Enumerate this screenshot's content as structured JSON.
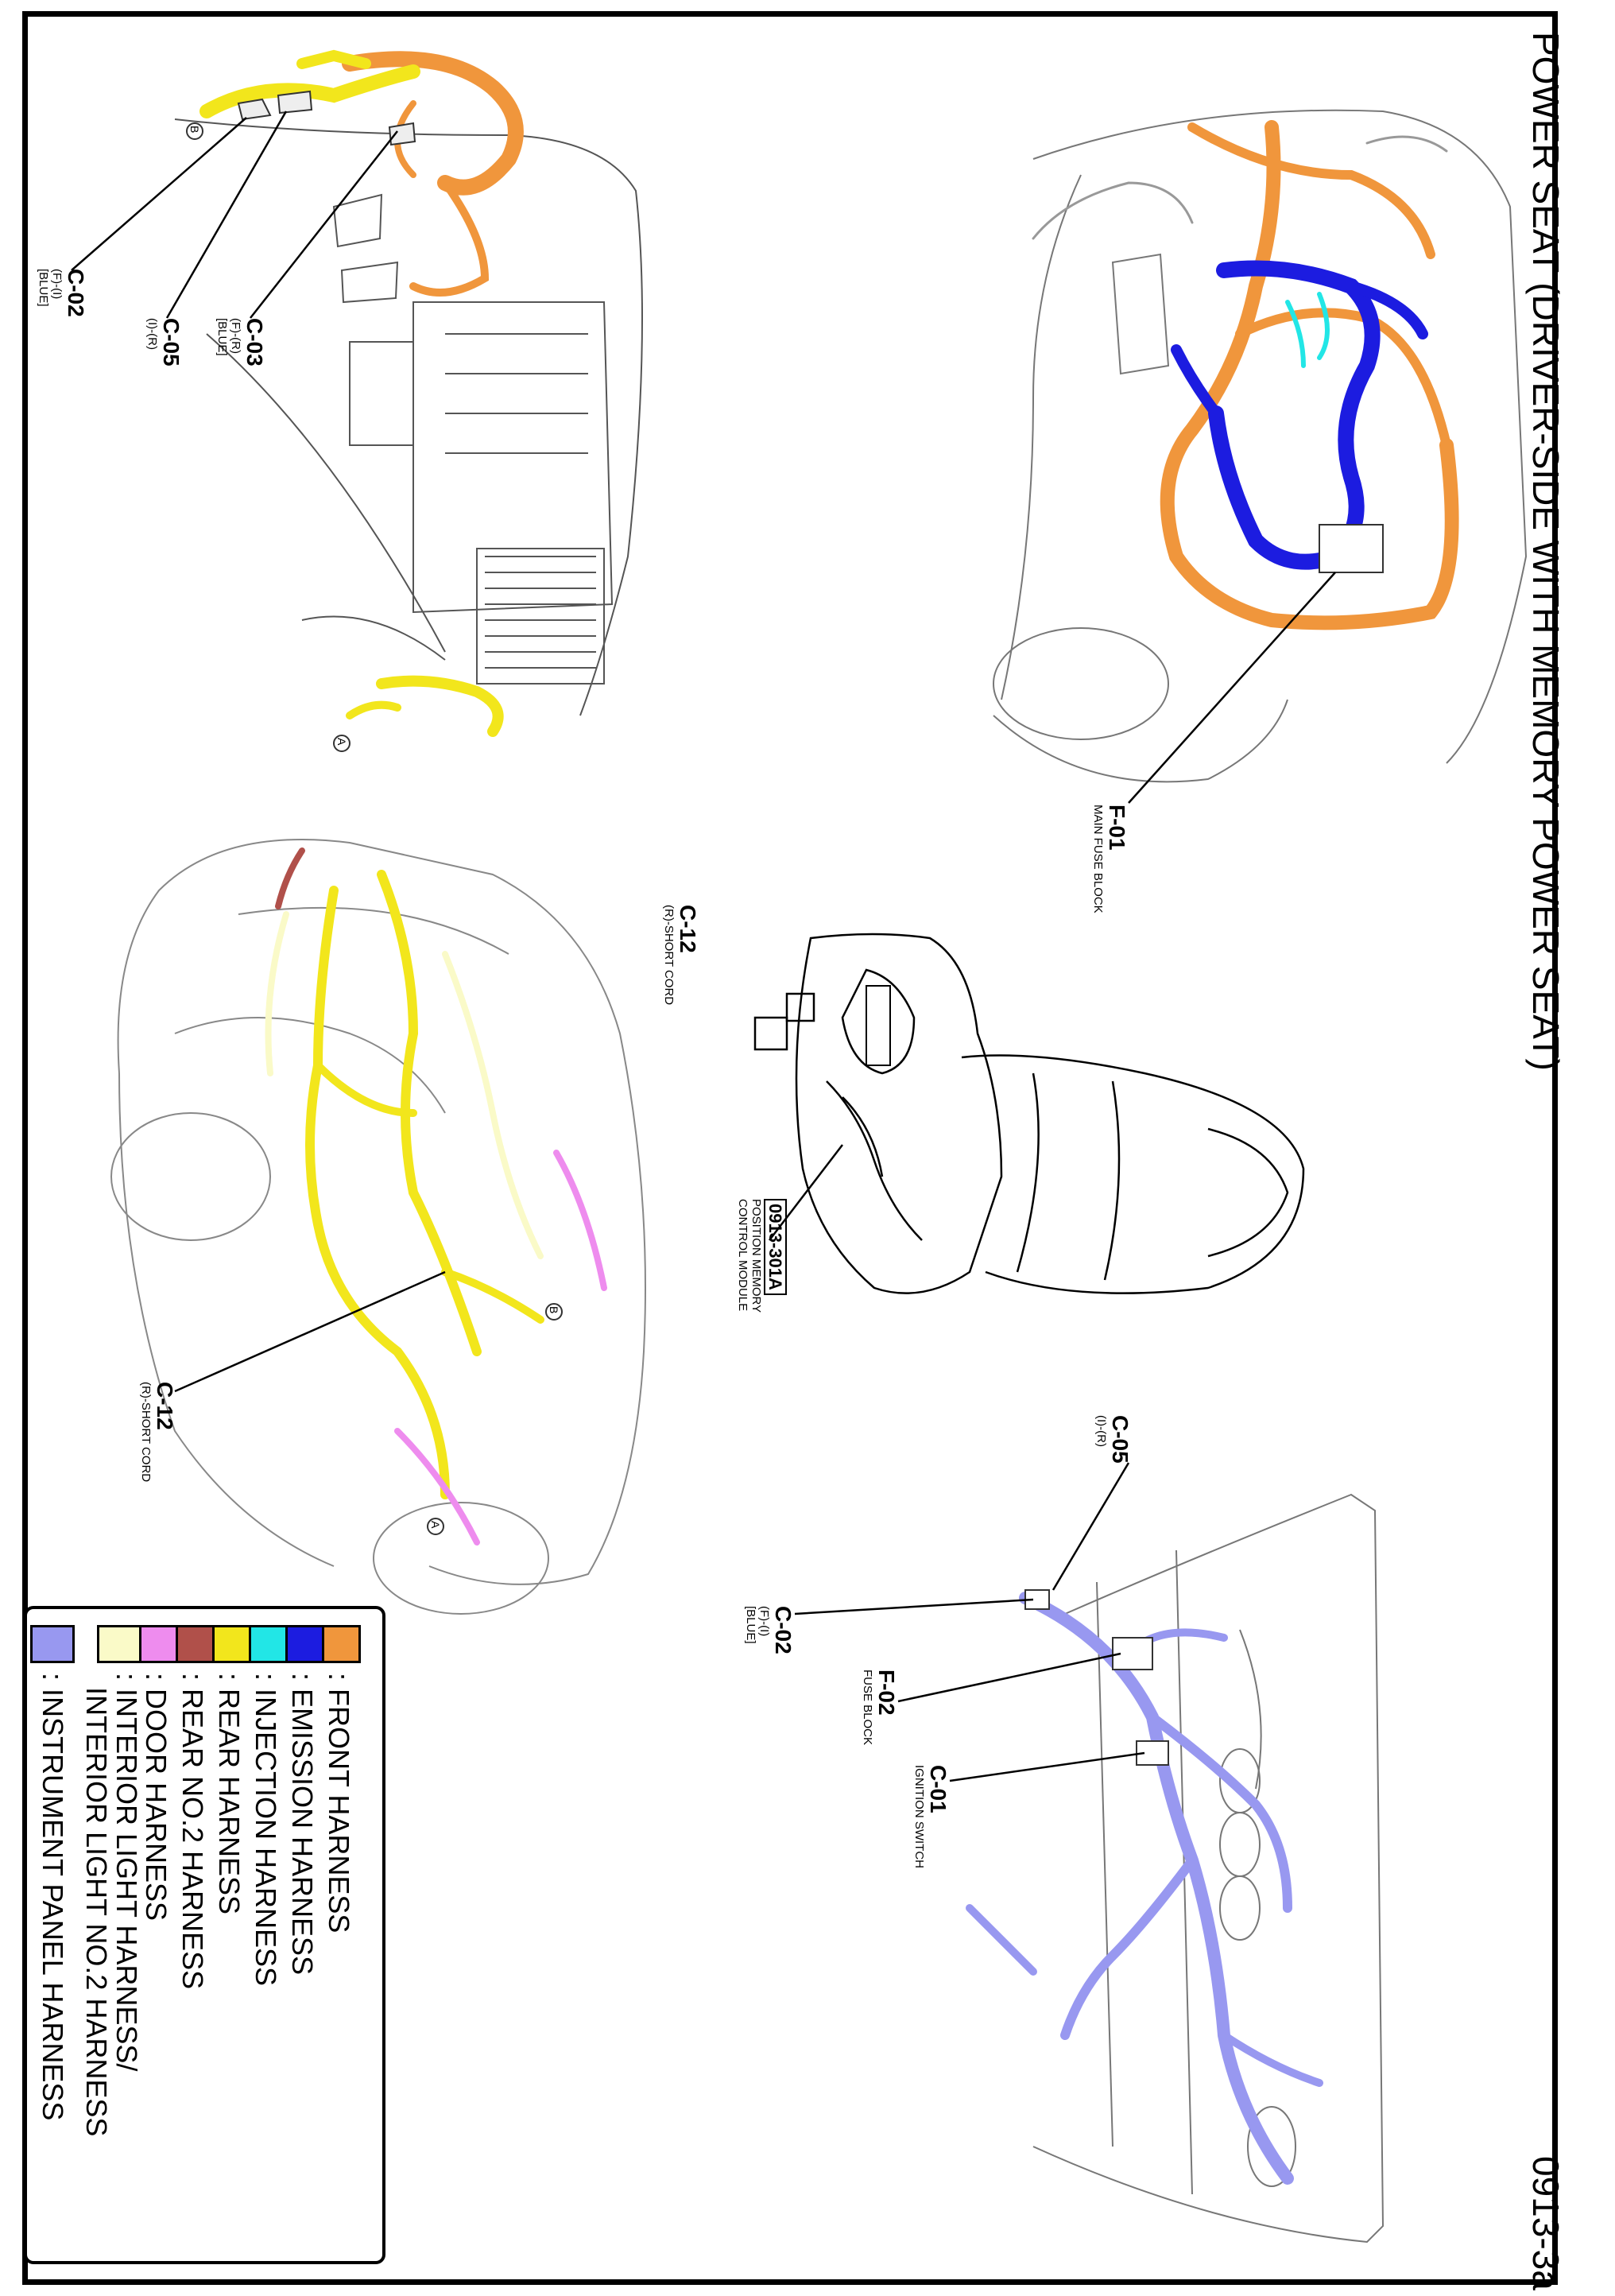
{
  "page": {
    "title": "POWER SEAT (DRIVER-SIDE WITH MEMORY POWER SEAT)",
    "code": "0913-3a"
  },
  "connectors": {
    "c02_top": {
      "id": "C-02",
      "sub": "(F)-(I)",
      "sub2": "[BLUE]"
    },
    "c05_top": {
      "id": "C-05",
      "sub": "(I)-(R)"
    },
    "c03_top": {
      "id": "C-03",
      "sub": "(F)-(R)",
      "sub2": "[BLUE]"
    },
    "f01": {
      "id": "F-01",
      "sub": "MAIN FUSE BLOCK"
    },
    "c12_seat": {
      "id": "C-12",
      "sub": "(R)-SHORT CORD"
    },
    "module": {
      "id": "0913-301A",
      "sub": "POSITION MEMORY",
      "sub2": "CONTROL MODULE"
    },
    "c12_car": {
      "id": "C-12",
      "sub": "(R)-SHORT CORD"
    },
    "c05_bottom": {
      "id": "C-05",
      "sub": "(I)-(R)"
    },
    "c02_bottom": {
      "id": "C-02",
      "sub": "(F)-(I)",
      "sub2": "[BLUE]"
    },
    "f02": {
      "id": "F-02",
      "sub": "FUSE BLOCK"
    },
    "c01": {
      "id": "C-01",
      "sub": "IGNITION SWITCH"
    }
  },
  "markers": {
    "a": "A",
    "b": "B"
  },
  "legend": [
    {
      "label": ": FRONT HARNESS",
      "color": "#f0963c"
    },
    {
      "label": ": EMISSION HARNESS",
      "color": "#1c1ce0"
    },
    {
      "label": ": INJECTION HARNESS",
      "color": "#22e6e6"
    },
    {
      "label": ": REAR HARNESS",
      "color": "#f2e61c"
    },
    {
      "label": ": REAR NO.2 HARNESS",
      "color": "#b0504a"
    },
    {
      "label": ": DOOR HARNESS",
      "color": "#ee8cee"
    },
    {
      "label": ": INTERIOR LIGHT HARNESS/",
      "label2": "INTERIOR LIGHT NO.2 HARNESS",
      "color": "#fafac8"
    },
    {
      "label": ": INSTRUMENT PANEL HARNESS",
      "color": "#9898f0"
    }
  ],
  "colors": {
    "front": "#f0963c",
    "emission": "#1c1ce0",
    "injection": "#22e6e6",
    "rear": "#f2e61c",
    "rear2": "#b0504a",
    "door": "#ee8cee",
    "interior": "#fafac8",
    "instrument": "#9898f0"
  }
}
